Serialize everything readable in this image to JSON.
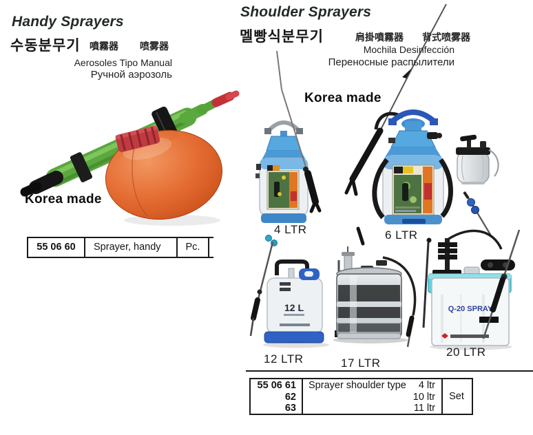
{
  "left": {
    "title": "Handy Sprayers",
    "title_korean": "수동분무기",
    "title_chinese_traditional": "噴霧器",
    "title_chinese_simplified": "喷雾器",
    "title_spanish": "Aerosoles Tipo Manual",
    "title_russian": "Ручной аэрозоль",
    "origin": "Korea made",
    "table": {
      "code": "55 06 60",
      "description": "Sprayer, handy",
      "unit": "Pc."
    }
  },
  "right": {
    "title": "Shoulder Sprayers",
    "title_korean": "멜빵식분무기",
    "title_chinese_traditional": "肩掛噴霧器",
    "title_chinese_simplified": "背式喷雾器",
    "title_spanish": "Mochila Desinfección",
    "title_russian": "Переносные распылители",
    "origin": "Korea made",
    "products": [
      {
        "id": "sprayer-4ltr",
        "capacity": "4 LTR"
      },
      {
        "id": "sprayer-6ltr",
        "capacity": "6 LTR"
      },
      {
        "id": "sprayer-12ltr",
        "capacity": "12 LTR",
        "body_label": "12 L"
      },
      {
        "id": "sprayer-17ltr",
        "capacity": "17 LTR"
      },
      {
        "id": "sprayer-20ltr",
        "capacity": "20 LTR",
        "body_label": "Q-20 SPRAY"
      }
    ],
    "table": {
      "codes": [
        "55 06 61",
        "62",
        "63"
      ],
      "description": "Sprayer shoulder type",
      "capacities": [
        "4 ltr",
        "10 ltr",
        "11 ltr"
      ],
      "unit": "Set"
    }
  },
  "colors": {
    "ink": "#1a1a1a",
    "handy_green": "#5aa83e",
    "handy_orange": "#dd5a20",
    "handy_red_tip": "#c23338",
    "sprayer_blue": "#55a8e0",
    "base_blue": "#3f86c8",
    "lid_cyan": "#66d0de",
    "steel_gray": "#c9ced3"
  }
}
